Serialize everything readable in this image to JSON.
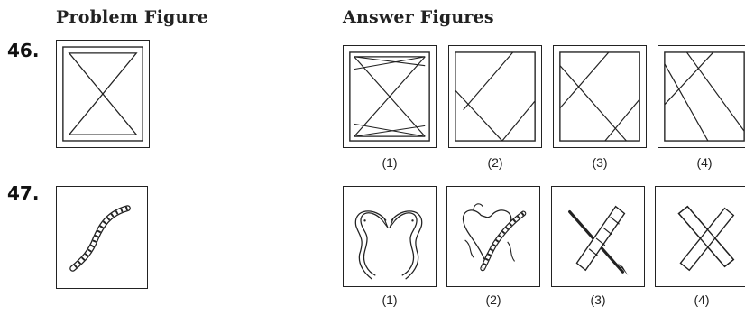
{
  "headings": {
    "problem": "Problem Figure",
    "answer": "Answer Figures"
  },
  "questions": [
    {
      "number": "46.",
      "problem_figure_icon": "hourglass-in-square-icon",
      "options": [
        {
          "label": "(1)",
          "icon": "hourglass-with-extra-lines-icon"
        },
        {
          "label": "(2)",
          "icon": "square-with-diagonal-segments-icon"
        },
        {
          "label": "(3)",
          "icon": "square-with-diagonal-segments-icon"
        },
        {
          "label": "(4)",
          "icon": "square-with-parallel-diagonals-icon"
        }
      ]
    },
    {
      "number": "47.",
      "problem_figure_icon": "wavy-worm-icon",
      "options": [
        {
          "label": "(1)",
          "icon": "two-swans-icon"
        },
        {
          "label": "(2)",
          "icon": "heart-with-worm-icon"
        },
        {
          "label": "(3)",
          "icon": "crossed-knife-and-strip-icon"
        },
        {
          "label": "(4)",
          "icon": "crossed-bars-icon"
        }
      ]
    }
  ]
}
